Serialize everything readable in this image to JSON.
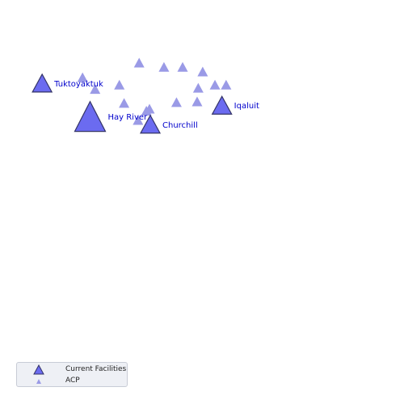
{
  "colors": {
    "marker_fill": "#6b6bf0",
    "acp_fill": "#9a9ae6",
    "marker_stroke": "#333366",
    "label": "#0000cc"
  },
  "facilities": [
    {
      "name": "Tuktoyaktuk",
      "lon": -133.0,
      "lat": 69.4,
      "size": "medium"
    },
    {
      "name": "Hay River",
      "lon": -115.8,
      "lat": 60.8,
      "size": "large"
    },
    {
      "name": "Churchill",
      "lon": -94.2,
      "lat": 58.8,
      "size": "medium"
    },
    {
      "name": "Iqaluit",
      "lon": -68.5,
      "lat": 63.7,
      "size": "medium"
    }
  ],
  "acp_sites": [
    {
      "lon": -98.2,
      "lat": 74.7
    },
    {
      "lon": -89.3,
      "lat": 73.6
    },
    {
      "lon": -82.6,
      "lat": 73.6
    },
    {
      "lon": -75.4,
      "lat": 72.4
    },
    {
      "lon": -118.5,
      "lat": 70.9
    },
    {
      "lon": -105.3,
      "lat": 69.0
    },
    {
      "lon": -71.0,
      "lat": 69.0
    },
    {
      "lon": -67.0,
      "lat": 69.0
    },
    {
      "lon": -77.0,
      "lat": 68.2
    },
    {
      "lon": -114.0,
      "lat": 67.9
    },
    {
      "lon": -103.6,
      "lat": 64.3
    },
    {
      "lon": -84.8,
      "lat": 64.5
    },
    {
      "lon": -77.4,
      "lat": 64.7
    },
    {
      "lon": -114.9,
      "lat": 62.3
    },
    {
      "lon": -94.5,
      "lat": 62.8
    },
    {
      "lon": -95.6,
      "lat": 62.3
    },
    {
      "lon": -98.6,
      "lat": 59.9
    }
  ],
  "legend": {
    "items": [
      {
        "label": "Current Facilities",
        "kind": "facility"
      },
      {
        "label": "ACP",
        "kind": "acp"
      }
    ]
  }
}
